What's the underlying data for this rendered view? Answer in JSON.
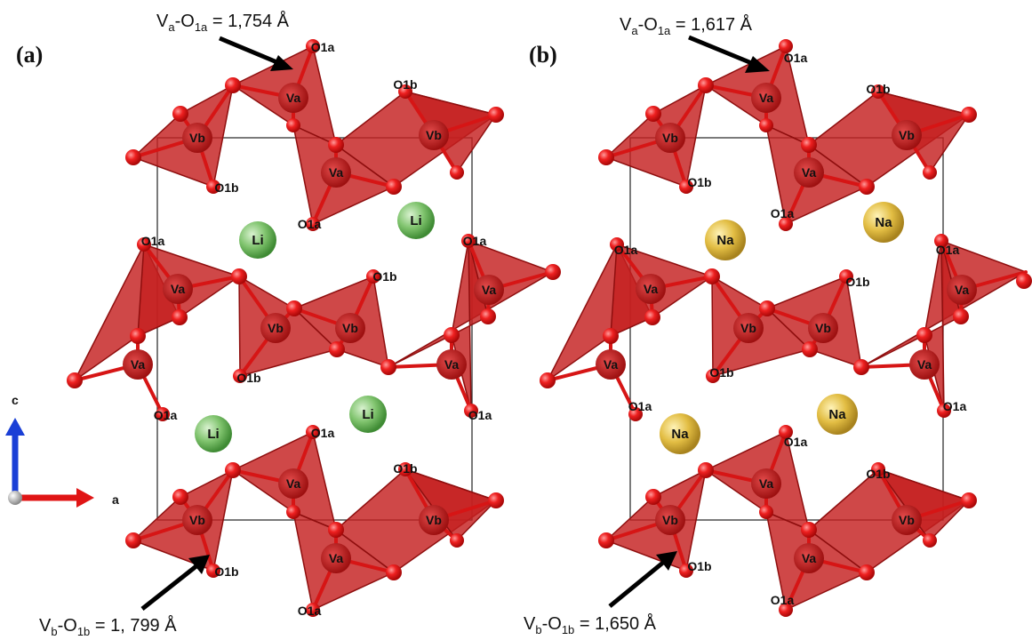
{
  "panels": [
    {
      "label": "(a)",
      "cation": "Li",
      "bond_top": {
        "atom1": "V",
        "sub1": "a",
        "atom2": "O",
        "sub2": "1a",
        "value": "1,754 Å"
      },
      "bond_bottom": {
        "atom1": "V",
        "sub1": "b",
        "atom2": "O",
        "sub2": "1b",
        "value": "1, 799 Å"
      }
    },
    {
      "label": "(b)",
      "cation": "Na",
      "bond_top": {
        "atom1": "V",
        "sub1": "a",
        "atom2": "O",
        "sub2": "1a",
        "value": "1,617 Å"
      },
      "bond_bottom": {
        "atom1": "V",
        "sub1": "b",
        "atom2": "O",
        "sub2": "1b",
        "value": "1,650 Å"
      }
    }
  ],
  "atom_labels": {
    "va": "Va",
    "vb": "Vb",
    "o1a": "O1a",
    "o1b": "O1b"
  },
  "axes": {
    "c": "c",
    "a": "a"
  },
  "colors": {
    "polyhedron": "#c42020",
    "oxygen": "#e41b1b",
    "li": "#5fae4f",
    "na": "#d8b238",
    "axis_c": "#1a3fd6",
    "axis_a": "#e01515",
    "cell": "#333333"
  }
}
